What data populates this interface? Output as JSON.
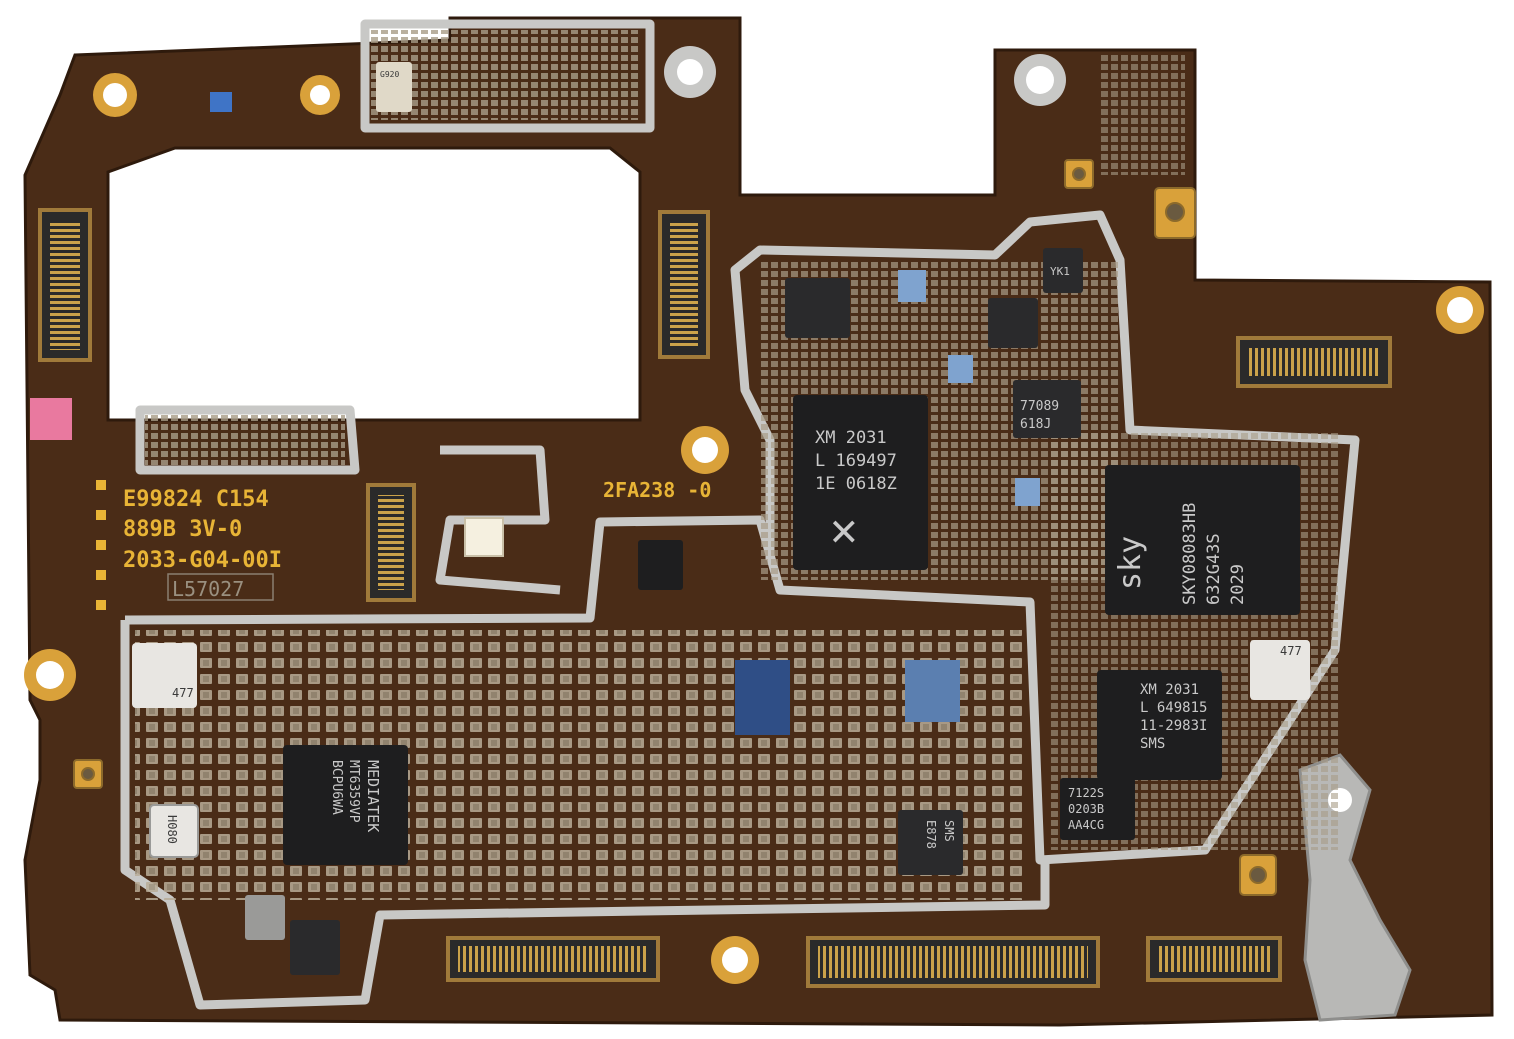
{
  "colors": {
    "pcb": "#4a2c17",
    "pcb_dark": "#3a2110",
    "gold": "#d9a13a",
    "shield": "#c8c8c6",
    "chip": "#1e1e1f",
    "component": "#b9ad98",
    "blue_chip": "#5b7fb0"
  },
  "silkscreen": {
    "line1": "E99824 C154",
    "line2": "889B 3V-0",
    "line3": "2033-G04-00I",
    "line4": "L57027",
    "board_code": "2FA238  -0"
  },
  "chips": {
    "cpu_top": {
      "line1": "XM  2031",
      "line2": "L 169497",
      "line3": "1E 0618Z"
    },
    "sky": {
      "line1": "SKY08083HB",
      "line2": "632G43S",
      "line3": "2029",
      "brand": "sky"
    },
    "xm_bottom": {
      "line1": "XM  2031",
      "line2": "L 649815",
      "line3": "11-2983I",
      "line4": "SMS"
    },
    "mediatek": {
      "line1": "MEDIATEK",
      "line2": "MT6359VP",
      "line3": "BCPU6WA"
    },
    "small_7122": {
      "line1": "7122S",
      "line2": "0203B",
      "line3": "AA4CG"
    },
    "small_77089": {
      "line1": "77089",
      "line2": "618J"
    },
    "small_e878": {
      "line1": "SMS",
      "line2": "E878"
    },
    "small_h080": {
      "line1": "H080"
    },
    "small_477_left": {
      "line1": "477"
    },
    "small_477_right": {
      "line1": "477"
    },
    "small_g920": {
      "line1": "G920"
    },
    "small_yk1": {
      "line1": "YK1"
    }
  }
}
